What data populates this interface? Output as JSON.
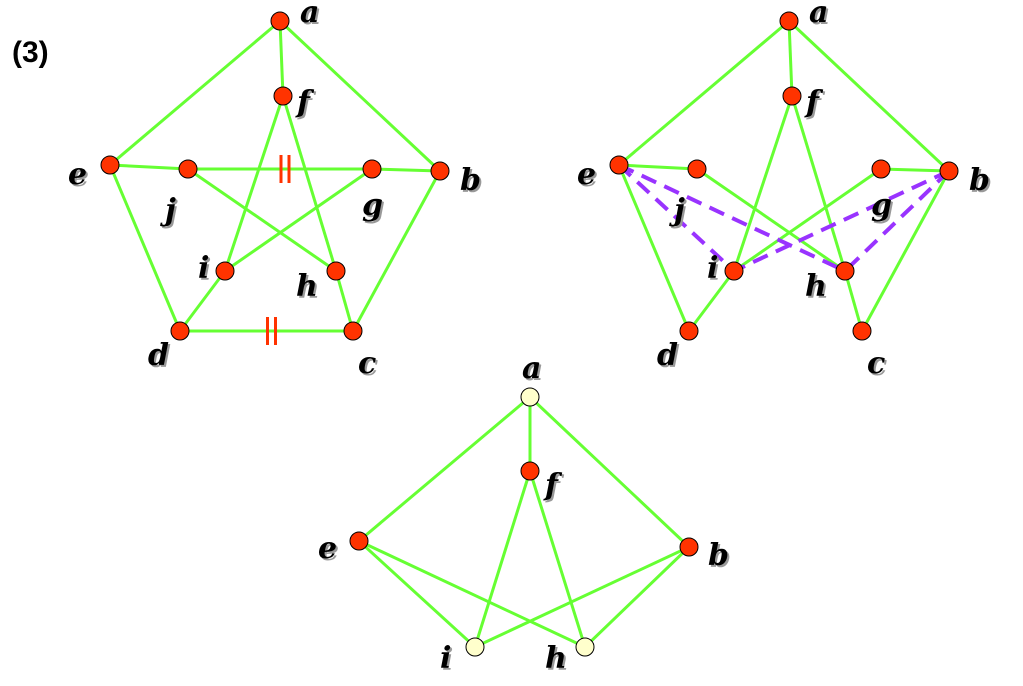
{
  "figure_label": "(3)",
  "colors": {
    "edge": "#66ff33",
    "node": "#ff3300",
    "node_light": "#ffffcc",
    "dashed": "#9933ff",
    "mark": "#ff3300"
  },
  "graphs": [
    {
      "name": "petersen-graph",
      "nodes": [
        {
          "id": "a",
          "label": "a"
        },
        {
          "id": "f",
          "label": "f"
        },
        {
          "id": "e",
          "label": "e"
        },
        {
          "id": "j",
          "label": "j"
        },
        {
          "id": "g",
          "label": "g"
        },
        {
          "id": "b",
          "label": "b"
        },
        {
          "id": "i",
          "label": "i"
        },
        {
          "id": "h",
          "label": "h"
        },
        {
          "id": "d",
          "label": "d"
        },
        {
          "id": "c",
          "label": "c"
        }
      ],
      "edges": [
        [
          "a",
          "e"
        ],
        [
          "a",
          "f"
        ],
        [
          "a",
          "b"
        ],
        [
          "e",
          "j"
        ],
        [
          "j",
          "g"
        ],
        [
          "g",
          "b"
        ],
        [
          "e",
          "d"
        ],
        [
          "b",
          "c"
        ],
        [
          "d",
          "c"
        ],
        [
          "f",
          "i"
        ],
        [
          "f",
          "h"
        ],
        [
          "j",
          "h"
        ],
        [
          "g",
          "i"
        ],
        [
          "i",
          "d"
        ],
        [
          "h",
          "c"
        ]
      ],
      "marked_edges": [
        [
          "j",
          "g"
        ],
        [
          "d",
          "c"
        ]
      ]
    },
    {
      "name": "reduced-graph-with-dashed",
      "nodes": [
        {
          "id": "a",
          "label": "a"
        },
        {
          "id": "f",
          "label": "f"
        },
        {
          "id": "e",
          "label": "e"
        },
        {
          "id": "j",
          "label": "j"
        },
        {
          "id": "g",
          "label": "g"
        },
        {
          "id": "b",
          "label": "b"
        },
        {
          "id": "i",
          "label": "i"
        },
        {
          "id": "h",
          "label": "h"
        },
        {
          "id": "d",
          "label": "d"
        },
        {
          "id": "c",
          "label": "c"
        }
      ],
      "edges": [
        [
          "a",
          "e"
        ],
        [
          "a",
          "f"
        ],
        [
          "a",
          "b"
        ],
        [
          "e",
          "j"
        ],
        [
          "g",
          "b"
        ],
        [
          "e",
          "d"
        ],
        [
          "b",
          "c"
        ],
        [
          "f",
          "i"
        ],
        [
          "f",
          "h"
        ],
        [
          "j",
          "h"
        ],
        [
          "g",
          "i"
        ],
        [
          "i",
          "d"
        ],
        [
          "h",
          "c"
        ]
      ],
      "dashed_edges": [
        [
          "e",
          "i"
        ],
        [
          "e",
          "h"
        ],
        [
          "b",
          "i"
        ],
        [
          "b",
          "h"
        ]
      ]
    },
    {
      "name": "minor-graph",
      "nodes": [
        {
          "id": "a",
          "label": "a",
          "light": true
        },
        {
          "id": "f",
          "label": "f"
        },
        {
          "id": "e",
          "label": "e"
        },
        {
          "id": "b",
          "label": "b"
        },
        {
          "id": "i",
          "label": "i",
          "light": true
        },
        {
          "id": "h",
          "label": "h",
          "light": true
        }
      ],
      "edges": [
        [
          "a",
          "e"
        ],
        [
          "a",
          "f"
        ],
        [
          "a",
          "b"
        ],
        [
          "f",
          "i"
        ],
        [
          "f",
          "h"
        ],
        [
          "e",
          "i"
        ],
        [
          "e",
          "h"
        ],
        [
          "b",
          "i"
        ],
        [
          "b",
          "h"
        ]
      ]
    }
  ]
}
